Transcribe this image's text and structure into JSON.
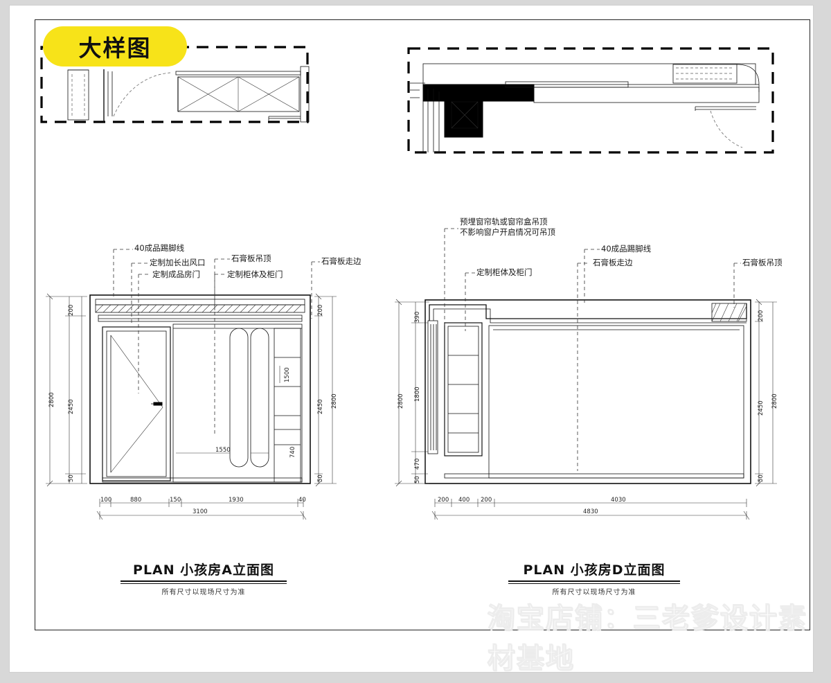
{
  "sheet": {
    "badge_label": "大样图",
    "watermark": "淘宝店铺：三老爹设计素材基地"
  },
  "left_elevation": {
    "title": "PLAN  小孩房A立面图",
    "subtitle": "所有尺寸以现场尺寸为准",
    "annotations": [
      {
        "id": "skirting",
        "text": "40成品踢脚线"
      },
      {
        "id": "air-outlet",
        "text": "定制加长出风口"
      },
      {
        "id": "room-door",
        "text": "定制成品房门"
      },
      {
        "id": "gypsum-ceiling",
        "text": "石膏板吊顶"
      },
      {
        "id": "cabinet",
        "text": "定制柜体及柜门"
      },
      {
        "id": "gypsum-edge",
        "text": "石膏板走边"
      }
    ],
    "dims_left": [
      "200",
      "2450",
      "50",
      "2800"
    ],
    "dims_right": [
      "200",
      "2450",
      "50",
      "2800"
    ],
    "dims_bottom_chain": [
      "100",
      "880",
      "150",
      "1930",
      "40"
    ],
    "dims_bottom_total": "3100",
    "dims_interior": [
      "1550",
      "740",
      "1500"
    ]
  },
  "right_elevation": {
    "title": "PLAN  小孩房D立面图",
    "subtitle": "所有尺寸以现场尺寸为准",
    "annotations": [
      {
        "id": "curtain-track",
        "text": "预埋窗帘轨或窗帘盒吊顶"
      },
      {
        "id": "curtain-track-2",
        "text": "不影响窗户开启情况可吊顶"
      },
      {
        "id": "cabinet",
        "text": "定制柜体及柜门"
      },
      {
        "id": "skirting",
        "text": "40成品踢脚线"
      },
      {
        "id": "gypsum-edge",
        "text": "石膏板走边"
      },
      {
        "id": "gypsum-ceiling",
        "text": "石膏板吊顶"
      }
    ],
    "dims_left": [
      "390",
      "1800",
      "470",
      "50",
      "2800"
    ],
    "dims_right": [
      "200",
      "2450",
      "50",
      "2800"
    ],
    "dims_bottom_chain": [
      "200",
      "400",
      "200",
      "4030"
    ],
    "dims_bottom_total": "4830"
  },
  "colors": {
    "badge": "#f7e319",
    "line": "#111111",
    "paper": "#ffffff",
    "backdrop": "#d8d8d8"
  }
}
